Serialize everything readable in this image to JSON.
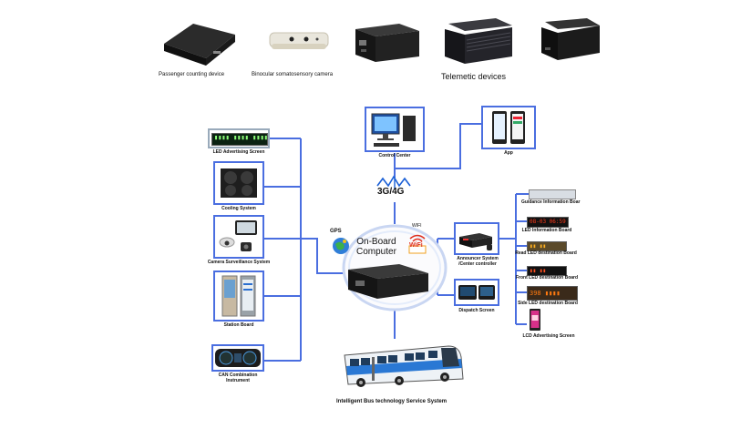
{
  "top_products": [
    {
      "label": "Passenger counting device"
    },
    {
      "label": "Binocular somatosensory camera"
    },
    {
      "label": "Telemetic devices"
    }
  ],
  "hub": {
    "gps": "GPS",
    "wifi": "WIFI",
    "wifi_badge": "WiFi",
    "title_line1": "On-Board",
    "title_line2": "Computer",
    "network": "3G/4G"
  },
  "cloud": {
    "control_center": "Control Center",
    "app": "App"
  },
  "left_devices": [
    {
      "label": "LED Advertising Screen",
      "display": "▮▮▮▮ ▮▮▮▮ ▮▮▮▮"
    },
    {
      "label": "Cooling System"
    },
    {
      "label": "Camera Surveillance System"
    },
    {
      "label": "Station Board"
    },
    {
      "label": "CAN Combination Instrument",
      "label_line1": "CAN Combination",
      "label_line2": "Instrument"
    }
  ],
  "mid_right": {
    "announcer_line1": "Announcer System",
    "announcer_line2": "/Center controller",
    "dispatch": "Dispatch Screen"
  },
  "right_boards": [
    {
      "label": "Guidance Information Boar",
      "display": ""
    },
    {
      "label": "LED Information Board",
      "display": "08-03 06:59"
    },
    {
      "label": "Read LED destination Board",
      "display": "▮▮ ▮▮"
    },
    {
      "label": "Front LED destination Board",
      "display": "▮▮ ▮▮"
    },
    {
      "label": "Side LED destination Board",
      "display": "398 ▮▮▮▮"
    },
    {
      "label": "LCD Advertising Screen"
    }
  ],
  "footer": {
    "caption": "Intelligent Bus technology Service System"
  },
  "colors": {
    "line": "#4a6ee0",
    "device_dark": "#1c1c1e",
    "bus_blue": "#2a78d4"
  }
}
